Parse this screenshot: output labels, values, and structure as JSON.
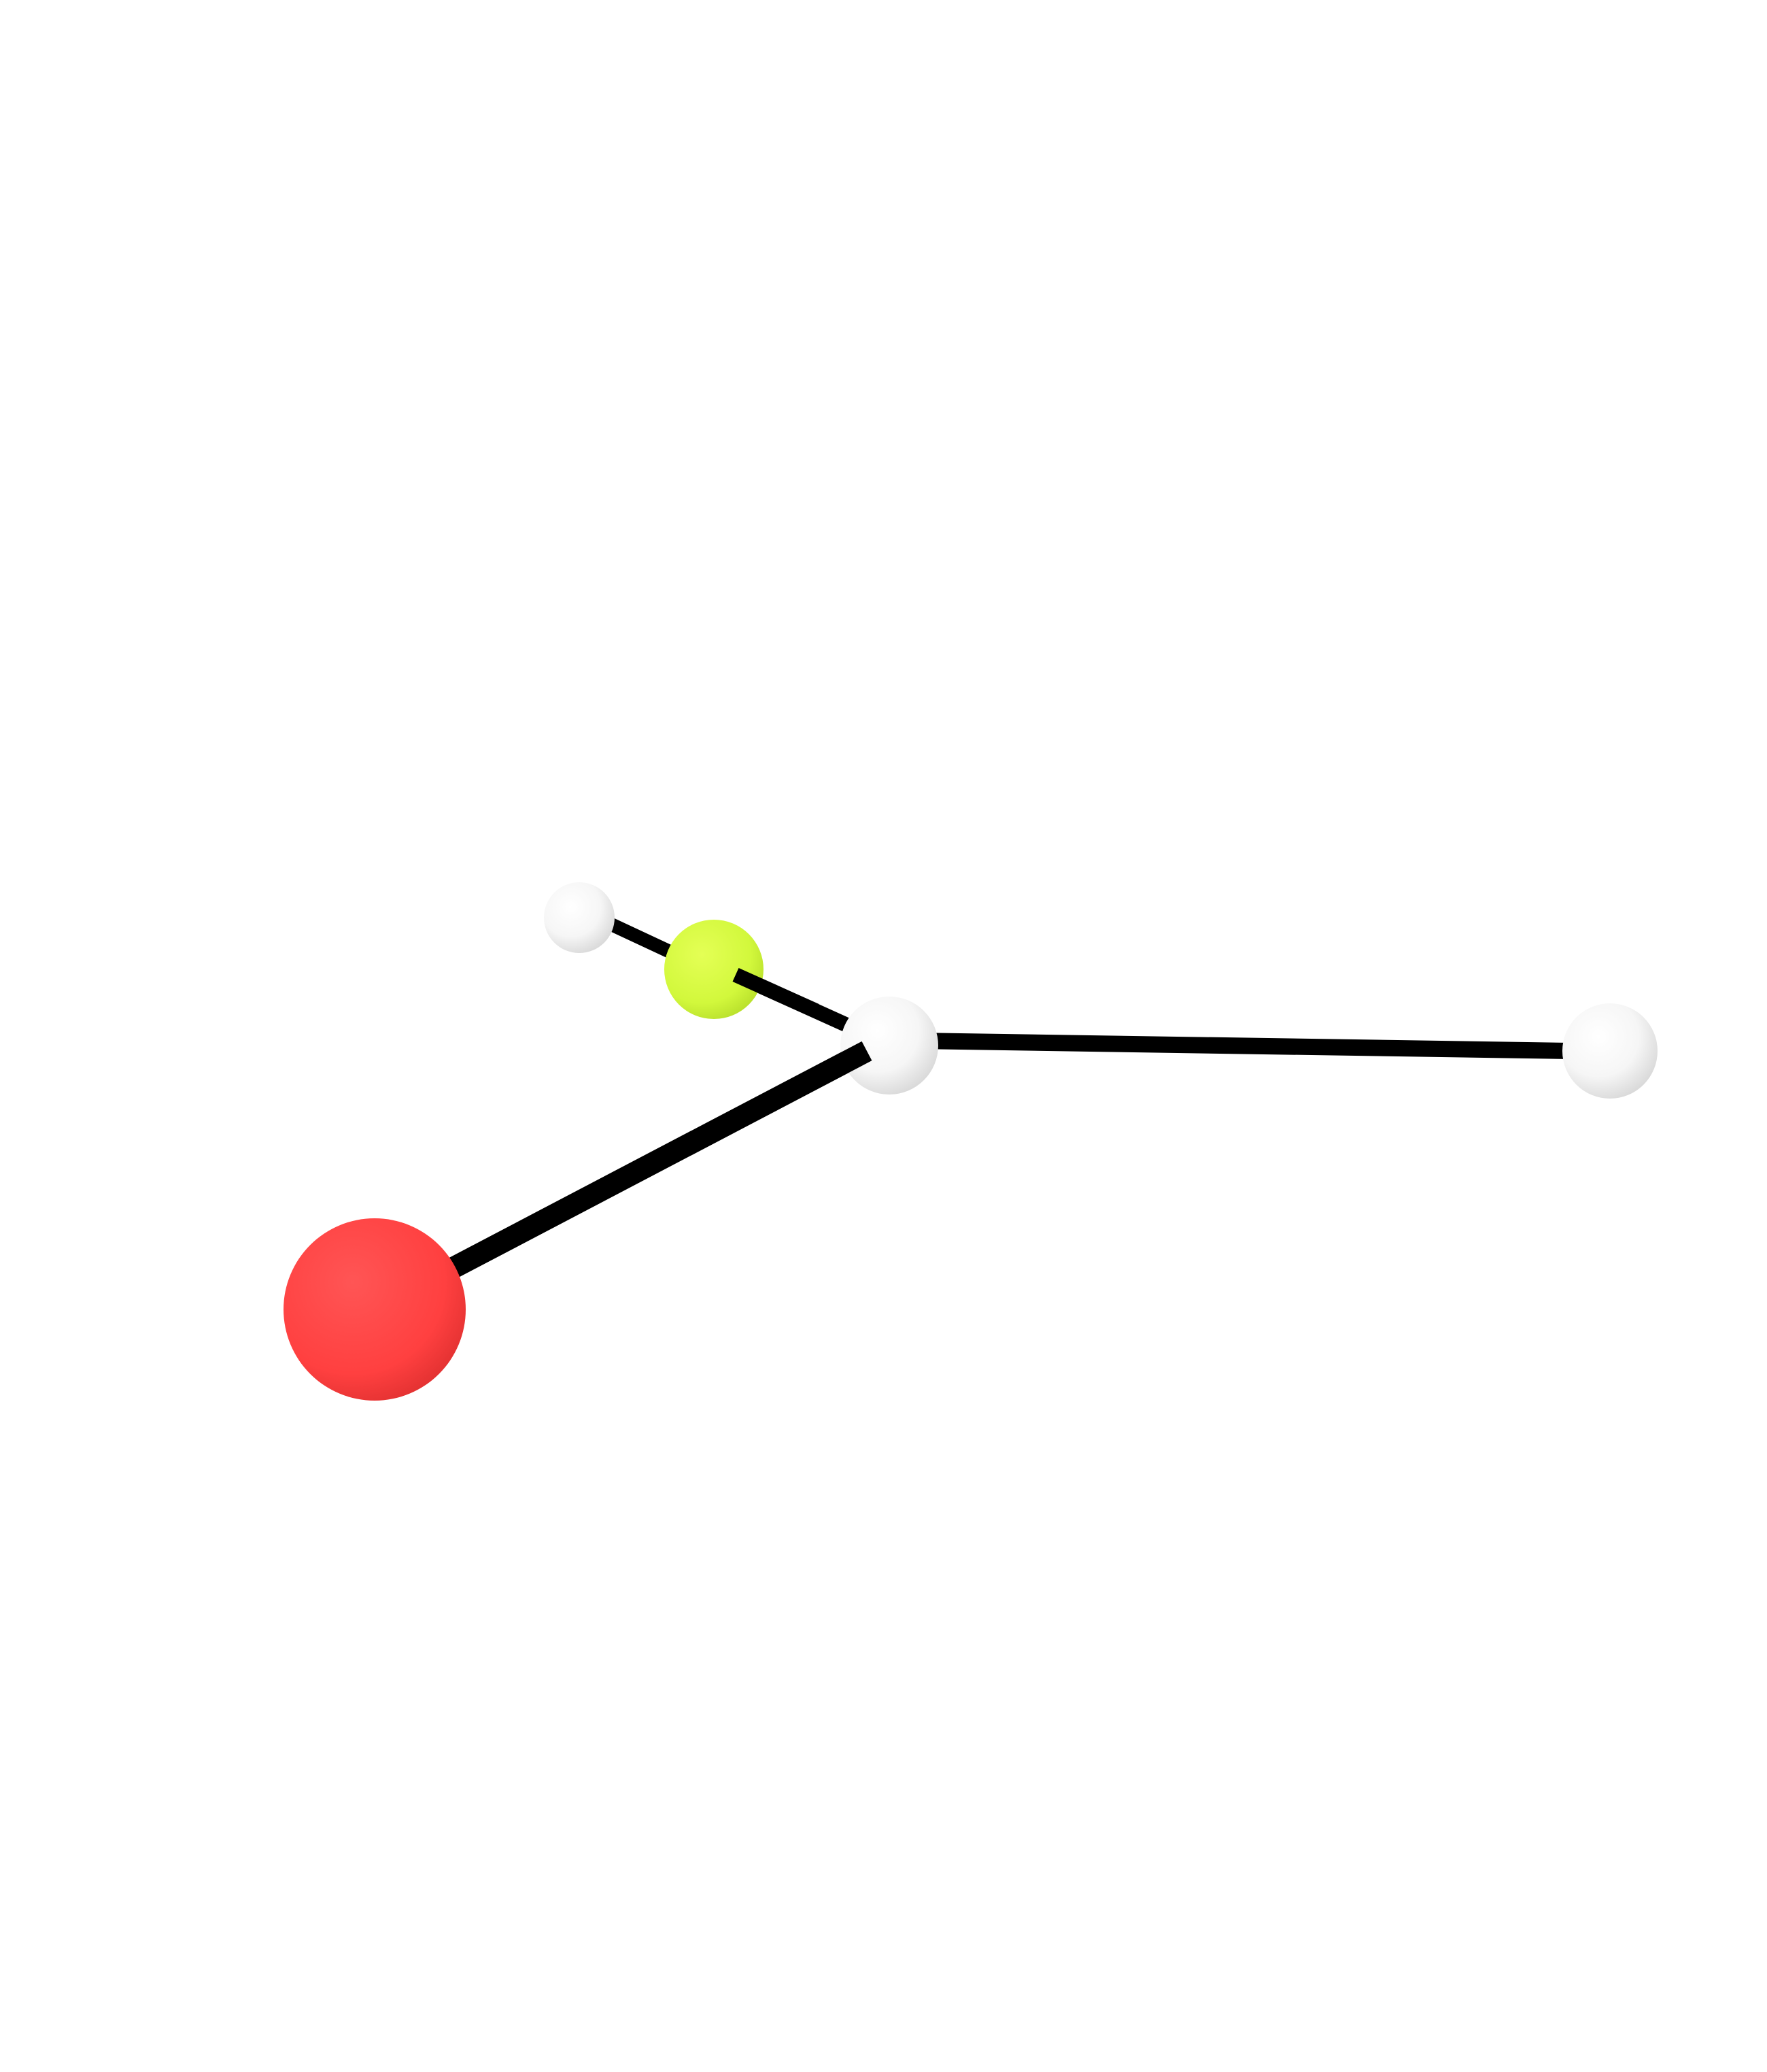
{
  "scene": {
    "background": "#ffffff",
    "bond_color": "#000000",
    "atoms": [
      {
        "id": "atom-h-top-left",
        "element": "hydrogen",
        "color": "#ffffff",
        "icon": "sphere"
      },
      {
        "id": "atom-green",
        "element": "fluorine",
        "color": "#d9ff40",
        "icon": "sphere"
      },
      {
        "id": "atom-center",
        "element": "hydrogen",
        "color": "#ffffff",
        "icon": "sphere"
      },
      {
        "id": "atom-h-right",
        "element": "hydrogen",
        "color": "#ffffff",
        "icon": "sphere"
      },
      {
        "id": "atom-red",
        "element": "oxygen",
        "color": "#ff4444",
        "icon": "sphere"
      }
    ],
    "bonds": [
      {
        "id": "bond-htl-green",
        "from": "atom-h-top-left",
        "to": "atom-green"
      },
      {
        "id": "bond-green-center",
        "from": "atom-green",
        "to": "atom-center"
      },
      {
        "id": "bond-center-hright",
        "from": "atom-center",
        "to": "atom-h-right"
      },
      {
        "id": "bond-center-red",
        "from": "atom-center",
        "to": "atom-red"
      }
    ]
  }
}
